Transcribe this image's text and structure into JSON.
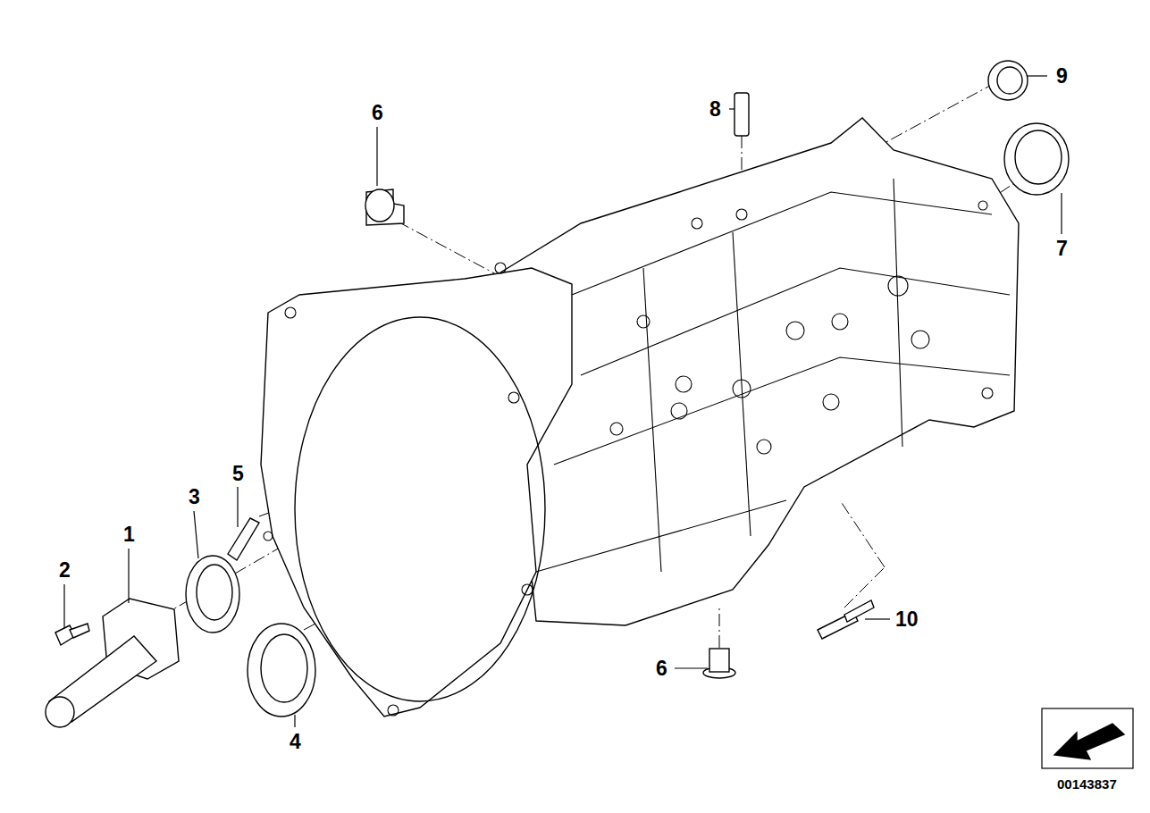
{
  "diagram": {
    "labels": [
      "6",
      "8",
      "9",
      "7",
      "5",
      "3",
      "1",
      "2",
      "4",
      "6",
      "10",
      "00143837"
    ]
  }
}
